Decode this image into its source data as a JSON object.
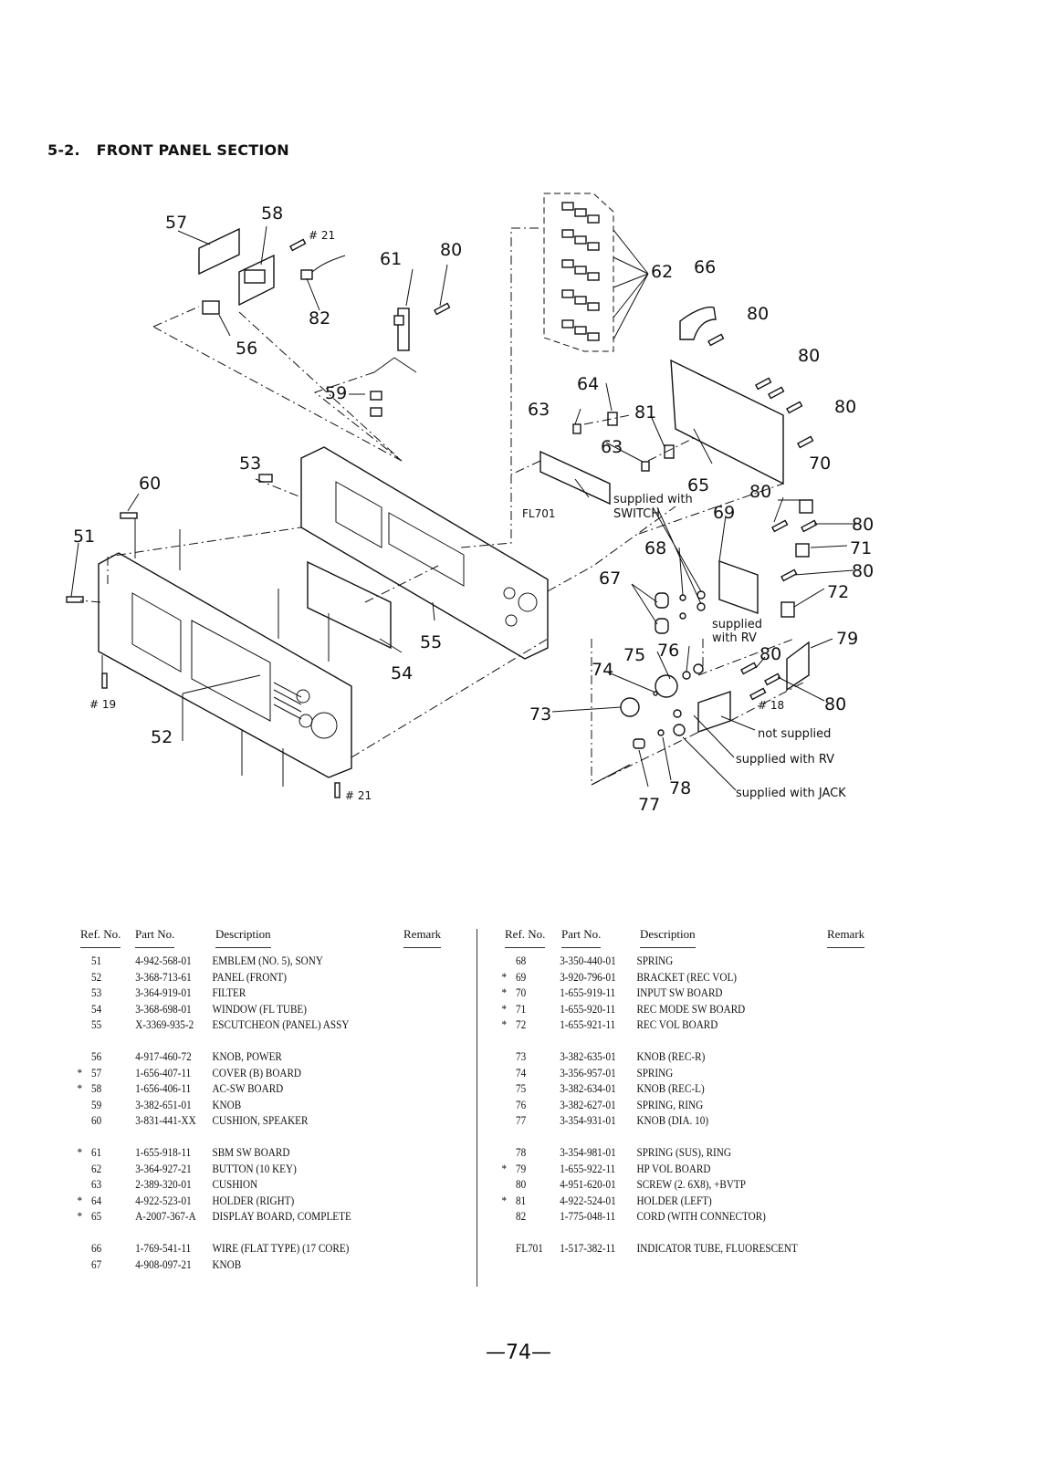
{
  "section": {
    "number": "5-2.",
    "title": "FRONT PANEL SECTION"
  },
  "diagram": {
    "callouts": [
      "51",
      "52",
      "53",
      "54",
      "55",
      "56",
      "57",
      "58",
      "59",
      "60",
      "61",
      "62",
      "63",
      "64",
      "65",
      "66",
      "67",
      "68",
      "69",
      "70",
      "71",
      "72",
      "73",
      "74",
      "75",
      "76",
      "77",
      "78",
      "79",
      "80",
      "81",
      "82",
      "FL701"
    ],
    "screw_refs": [
      "# 21",
      "# 19",
      "# 21",
      "# 18"
    ],
    "notes": {
      "supplied_with_switch": [
        "supplied with",
        "SWITCH"
      ],
      "supplied_with_rv_top": [
        "supplied",
        "with RV"
      ],
      "not_supplied": "not supplied",
      "supplied_with_rv": "supplied with RV",
      "supplied_with_jack": "supplied with JACK"
    }
  },
  "table_headers": {
    "ref": "Ref. No.",
    "part": "Part No.",
    "desc": "Description",
    "remark": "Remark"
  },
  "parts_left": [
    {
      "star": "",
      "ref": "51",
      "part": "4-942-568-01",
      "desc": "EMBLEM (NO. 5), SONY"
    },
    {
      "star": "",
      "ref": "52",
      "part": "3-368-713-61",
      "desc": "PANEL (FRONT)"
    },
    {
      "star": "",
      "ref": "53",
      "part": "3-364-919-01",
      "desc": "FILTER"
    },
    {
      "star": "",
      "ref": "54",
      "part": "3-368-698-01",
      "desc": "WINDOW (FL TUBE)"
    },
    {
      "star": "",
      "ref": "55",
      "part": "X-3369-935-2",
      "desc": "ESCUTCHEON (PANEL) ASSY"
    },
    {
      "star": "",
      "ref": "56",
      "part": "4-917-460-72",
      "desc": "KNOB, POWER"
    },
    {
      "star": "*",
      "ref": "57",
      "part": "1-656-407-11",
      "desc": "COVER (B) BOARD"
    },
    {
      "star": "*",
      "ref": "58",
      "part": "1-656-406-11",
      "desc": "AC-SW BOARD"
    },
    {
      "star": "",
      "ref": "59",
      "part": "3-382-651-01",
      "desc": "KNOB"
    },
    {
      "star": "",
      "ref": "60",
      "part": "3-831-441-XX",
      "desc": "CUSHION, SPEAKER"
    },
    {
      "star": "*",
      "ref": "61",
      "part": "1-655-918-11",
      "desc": "SBM SW BOARD"
    },
    {
      "star": "",
      "ref": "62",
      "part": "3-364-927-21",
      "desc": "BUTTON (10 KEY)"
    },
    {
      "star": "",
      "ref": "63",
      "part": "2-389-320-01",
      "desc": "CUSHION"
    },
    {
      "star": "*",
      "ref": "64",
      "part": "4-922-523-01",
      "desc": "HOLDER (RIGHT)"
    },
    {
      "star": "*",
      "ref": "65",
      "part": "A-2007-367-A",
      "desc": "DISPLAY BOARD, COMPLETE"
    },
    {
      "star": "",
      "ref": "66",
      "part": "1-769-541-11",
      "desc": "WIRE (FLAT TYPE) (17 CORE)"
    },
    {
      "star": "",
      "ref": "67",
      "part": "4-908-097-21",
      "desc": "KNOB"
    }
  ],
  "parts_right": [
    {
      "star": "",
      "ref": "68",
      "part": "3-350-440-01",
      "desc": "SPRING"
    },
    {
      "star": "*",
      "ref": "69",
      "part": "3-920-796-01",
      "desc": "BRACKET (REC VOL)"
    },
    {
      "star": "*",
      "ref": "70",
      "part": "1-655-919-11",
      "desc": "INPUT SW BOARD"
    },
    {
      "star": "*",
      "ref": "71",
      "part": "1-655-920-11",
      "desc": "REC MODE SW BOARD"
    },
    {
      "star": "*",
      "ref": "72",
      "part": "1-655-921-11",
      "desc": "REC VOL BOARD"
    },
    {
      "star": "",
      "ref": "73",
      "part": "3-382-635-01",
      "desc": "KNOB (REC-R)"
    },
    {
      "star": "",
      "ref": "74",
      "part": "3-356-957-01",
      "desc": "SPRING"
    },
    {
      "star": "",
      "ref": "75",
      "part": "3-382-634-01",
      "desc": "KNOB (REC-L)"
    },
    {
      "star": "",
      "ref": "76",
      "part": "3-382-627-01",
      "desc": "SPRING, RING"
    },
    {
      "star": "",
      "ref": "77",
      "part": "3-354-931-01",
      "desc": "KNOB (DIA. 10)"
    },
    {
      "star": "",
      "ref": "78",
      "part": "3-354-981-01",
      "desc": "SPRING (SUS), RING"
    },
    {
      "star": "*",
      "ref": "79",
      "part": "1-655-922-11",
      "desc": "HP VOL BOARD"
    },
    {
      "star": "",
      "ref": "80",
      "part": "4-951-620-01",
      "desc": "SCREW (2. 6X8), +BVTP"
    },
    {
      "star": "*",
      "ref": "81",
      "part": "4-922-524-01",
      "desc": "HOLDER (LEFT)"
    },
    {
      "star": "",
      "ref": "82",
      "part": "1-775-048-11",
      "desc": "CORD (WITH CONNECTOR)"
    },
    {
      "star": "",
      "ref": "FL701",
      "part": "1-517-382-11",
      "desc": "INDICATOR TUBE, FLUORESCENT"
    }
  ],
  "page_number": "—74—"
}
